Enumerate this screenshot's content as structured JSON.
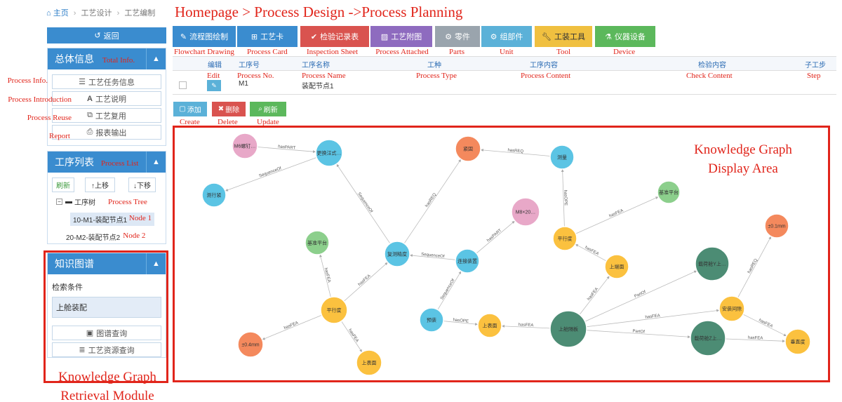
{
  "breadcrumb": {
    "home": "主页",
    "level2": "工艺设计",
    "level3": "工艺编制"
  },
  "annotation_title": "Homepage > Process Design ->Process Planning",
  "back_button": "返回",
  "panels": {
    "general": {
      "title": "总体信息",
      "en": "Total Info.",
      "items": [
        {
          "label": "工艺任务信息",
          "en": "Process Info."
        },
        {
          "label": "工艺说明",
          "en": "Process Introduction"
        },
        {
          "label": "工艺复用",
          "en": "Process Reuse"
        },
        {
          "label": "报表输出",
          "en": "Report"
        }
      ]
    },
    "process_list": {
      "title": "工序列表",
      "en": "Process List",
      "refresh": "刷新",
      "up": "上移",
      "down": "下移",
      "tree_root": "工序树",
      "tree_en": "Process Tree",
      "nodes": [
        {
          "label": "10-M1-装配节点1",
          "en": "Node 1"
        },
        {
          "label": "20-M2-装配节点2",
          "en": "Node 2"
        }
      ]
    },
    "kg": {
      "title": "知识图谱",
      "search_label": "检索条件",
      "search_value": "上舱装配",
      "btn_graph": "图谱查询",
      "btn_resource": "工艺资源查询"
    }
  },
  "toolbar": [
    {
      "label": "流程图绘制",
      "en": "Flowchart Drawing",
      "color": "#3a8ccf"
    },
    {
      "label": "工艺卡",
      "en": "Process Card",
      "color": "#3a8ccf"
    },
    {
      "label": "检验记录表",
      "en": "Inspection Sheet",
      "color": "#d9534f"
    },
    {
      "label": "工艺附图",
      "en": "Process Attached Drawing",
      "color": "#8e6bbf"
    },
    {
      "label": "零件",
      "en": "Parts",
      "color": "#9aa4ad"
    },
    {
      "label": "组部件",
      "en": "Unit",
      "color": "#5bb1d8"
    },
    {
      "label": "工装工具",
      "en": "Tool",
      "color": "#f0c040"
    },
    {
      "label": "仪器设备",
      "en": "Device",
      "color": "#5cb85c"
    }
  ],
  "table": {
    "headers": [
      {
        "label": "编辑",
        "en": "Edit"
      },
      {
        "label": "工序号",
        "en": "Process No."
      },
      {
        "label": "工序名称",
        "en": "Process Name"
      },
      {
        "label": "工种",
        "en": "Process Type"
      },
      {
        "label": "工序内容",
        "en": "Process Content"
      },
      {
        "label": "检验内容",
        "en": "Check Content"
      },
      {
        "label": "子工步",
        "en": "Step"
      }
    ],
    "row": {
      "no": "M1",
      "name": "装配节点1"
    }
  },
  "actions": [
    {
      "label": "添加",
      "en": "Create",
      "color": "#5bb1d8"
    },
    {
      "label": "删除",
      "en": "Delete",
      "color": "#d9534f"
    },
    {
      "label": "刷新",
      "en": "Update",
      "color": "#5cb85c"
    }
  ],
  "graph_annotation": "Knowledge Graph Display Area",
  "module_annotation": "Knowledge Graph Retrieval Module",
  "colors": {
    "blue": "#5bc4e4",
    "pink": "#e8a8c8",
    "orange": "#f4895d",
    "yellow": "#fbc13f",
    "green": "#8ccf8c",
    "dark": "#4c8c74"
  },
  "graph": {
    "nodes": [
      {
        "id": "n1",
        "label": "M6螺钉…",
        "type": "pink"
      },
      {
        "id": "n2",
        "label": "更换汪式…",
        "type": "blue"
      },
      {
        "id": "n3",
        "label": "测行紧",
        "type": "blue"
      },
      {
        "id": "n4",
        "label": "紧固",
        "type": "orange"
      },
      {
        "id": "n5",
        "label": "测量",
        "type": "blue"
      },
      {
        "id": "n6",
        "label": "基准平台",
        "type": "green"
      },
      {
        "id": "n7",
        "label": "M8×20…",
        "type": "pink"
      },
      {
        "id": "n8",
        "label": "平行度",
        "type": "yellow"
      },
      {
        "id": "n9",
        "label": "±0.1mm",
        "type": "orange"
      },
      {
        "id": "n10",
        "label": "基准平台",
        "type": "green"
      },
      {
        "id": "n11",
        "label": "复测精度",
        "type": "blue"
      },
      {
        "id": "n12",
        "label": "连接装置",
        "type": "blue"
      },
      {
        "id": "n13",
        "label": "上端面",
        "type": "yellow"
      },
      {
        "id": "n14",
        "label": "载荷舱Y上…",
        "type": "dark"
      },
      {
        "id": "n15",
        "label": "平行度",
        "type": "yellow"
      },
      {
        "id": "n16",
        "label": "预装",
        "type": "blue"
      },
      {
        "id": "n17",
        "label": "上表面",
        "type": "yellow"
      },
      {
        "id": "n18",
        "label": "上舱隔板",
        "type": "dark"
      },
      {
        "id": "n19",
        "label": "安装间隙",
        "type": "yellow"
      },
      {
        "id": "n20",
        "label": "载荷舱Z上…",
        "type": "dark"
      },
      {
        "id": "n21",
        "label": "垂直度",
        "type": "yellow"
      },
      {
        "id": "n22",
        "label": "±0.4mm",
        "type": "orange"
      },
      {
        "id": "n23",
        "label": "上表面",
        "type": "yellow"
      }
    ],
    "edges": [
      {
        "from": "n1",
        "to": "n2",
        "label": "hasPART"
      },
      {
        "from": "n2",
        "to": "n3",
        "label": "SequenceOf"
      },
      {
        "from": "n5",
        "to": "n4",
        "label": "hasREQ"
      },
      {
        "from": "n8",
        "to": "n5",
        "label": "hasOPE"
      },
      {
        "from": "n8",
        "to": "n6",
        "label": "hasFEA"
      },
      {
        "from": "n11",
        "to": "n2",
        "label": "SequenceOf"
      },
      {
        "from": "n11",
        "to": "n4",
        "label": "hasREQ"
      },
      {
        "from": "n12",
        "to": "n11",
        "label": "SequenceOf"
      },
      {
        "from": "n12",
        "to": "n7",
        "label": "hasPART"
      },
      {
        "from": "n13",
        "to": "n8",
        "label": "hasFEA"
      },
      {
        "from": "n15",
        "to": "n10",
        "label": "hasFEA"
      },
      {
        "from": "n15",
        "to": "n11",
        "label": "hasFEA"
      },
      {
        "from": "n15",
        "to": "n22",
        "label": "hasFEA"
      },
      {
        "from": "n15",
        "to": "n23",
        "label": "hasFEA"
      },
      {
        "from": "n16",
        "to": "n12",
        "label": "SequenceOf"
      },
      {
        "from": "n16",
        "to": "n17",
        "label": "hasOPE"
      },
      {
        "from": "n18",
        "to": "n17",
        "label": "hasFEA"
      },
      {
        "from": "n18",
        "to": "n13",
        "label": "hasFEA"
      },
      {
        "from": "n18",
        "to": "n14",
        "label": "PartOf"
      },
      {
        "from": "n18",
        "to": "n19",
        "label": "hasFEA"
      },
      {
        "from": "n18",
        "to": "n20",
        "label": "PartOf"
      },
      {
        "from": "n19",
        "to": "n9",
        "label": "hasREQ"
      },
      {
        "from": "n19",
        "to": "n21",
        "label": "hasFEA"
      },
      {
        "from": "n20",
        "to": "n21",
        "label": "hasFEA"
      }
    ]
  }
}
